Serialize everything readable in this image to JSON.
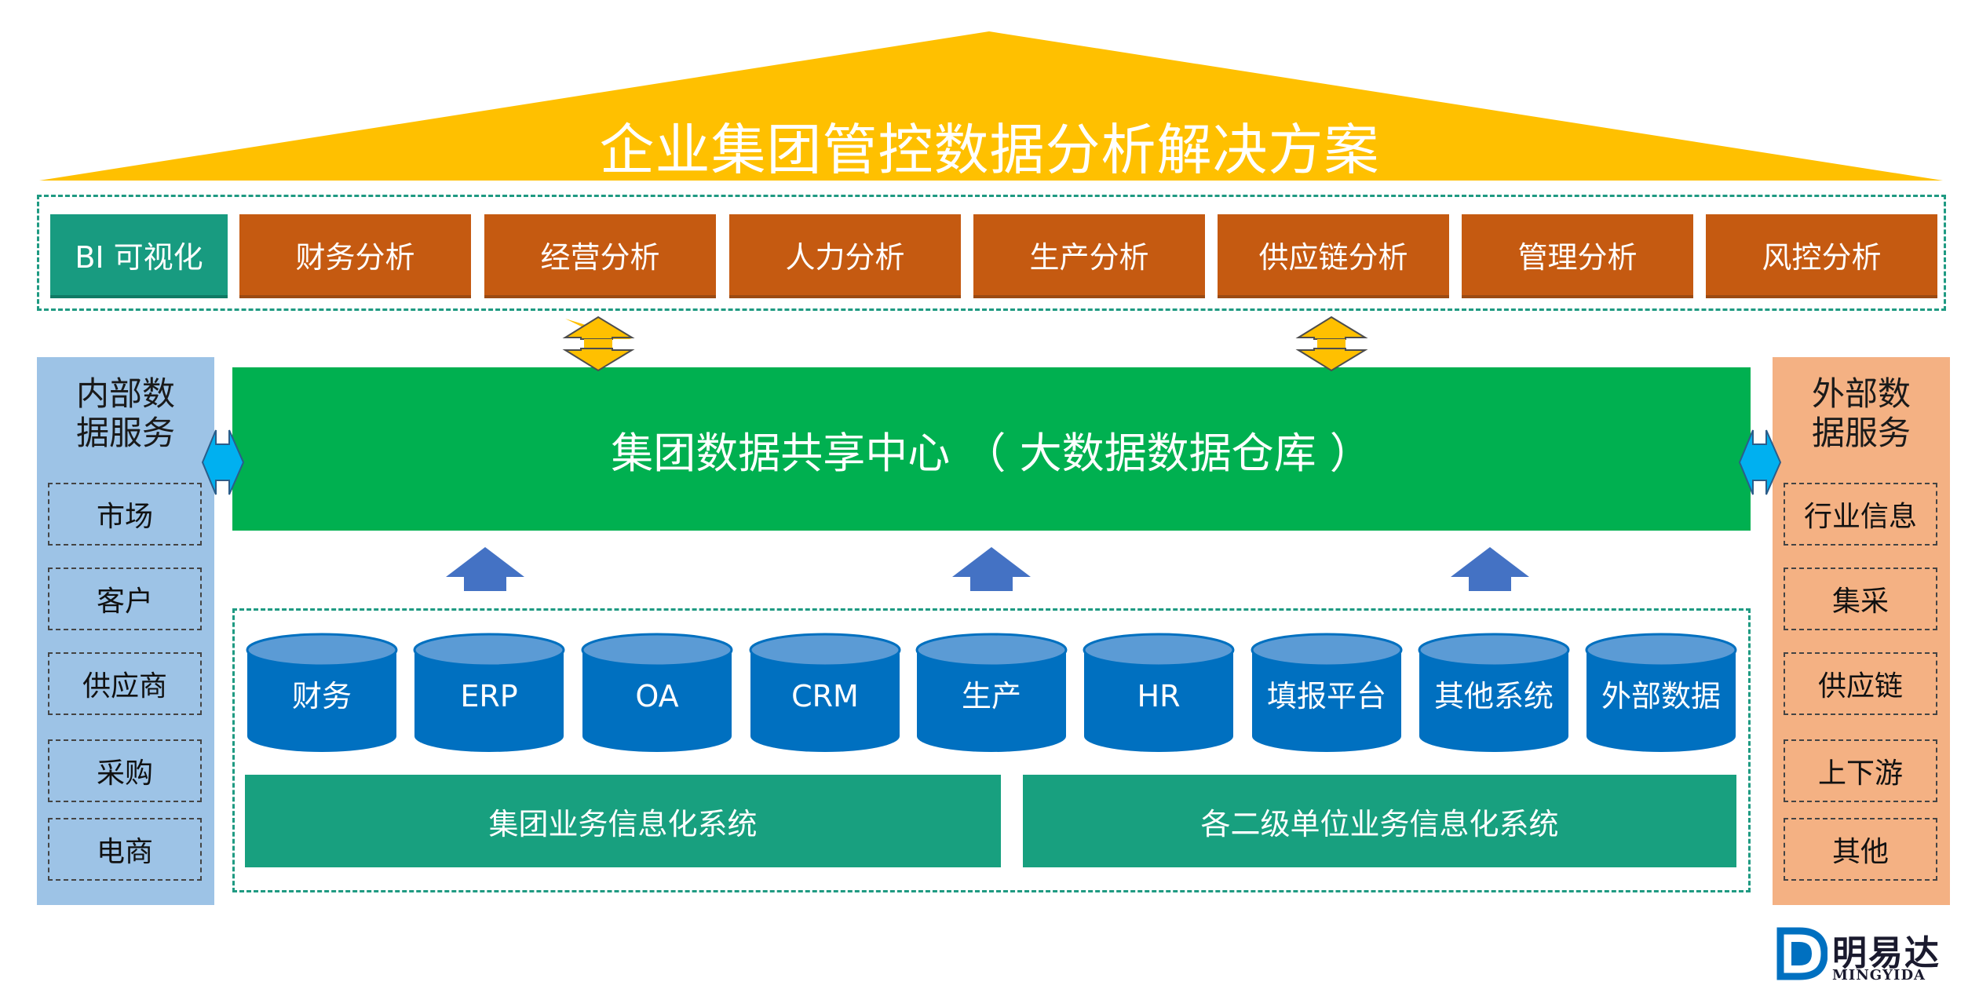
{
  "title": "企业集团管控数据分析解决方案",
  "analysis_tabs": [
    {
      "label": "BI 可视化",
      "color": "#189b80"
    },
    {
      "label": "财务分析",
      "color": "#c55a11"
    },
    {
      "label": "经营分析",
      "color": "#c55a11"
    },
    {
      "label": "人力分析",
      "color": "#c55a11"
    },
    {
      "label": "生产分析",
      "color": "#c55a11"
    },
    {
      "label": "供应链分析",
      "color": "#c55a11"
    },
    {
      "label": "管理分析",
      "color": "#c55a11"
    },
    {
      "label": "风控分析",
      "color": "#c55a11"
    }
  ],
  "hub": {
    "label": "集团数据共享中心 （ 大数据数据仓库 ）"
  },
  "internal": {
    "title_line1": "内部数",
    "title_line2": "据服务",
    "items": [
      "市场",
      "客户",
      "供应商",
      "采购",
      "电商"
    ]
  },
  "external": {
    "title_line1": "外部数",
    "title_line2": "据服务",
    "items": [
      "行业信息",
      "集采",
      "供应链",
      "上下游",
      "其他"
    ]
  },
  "databases": [
    "财务",
    "ERP",
    "OA",
    "CRM",
    "生产",
    "HR",
    "填报平台",
    "其他系统",
    "外部数据"
  ],
  "systems": {
    "group": "集团业务信息化系统",
    "sub": "各二级单位业务信息化系统"
  },
  "logo": {
    "name": "明易达",
    "sub": "MINGYIDA"
  },
  "colors": {
    "roof": "#ffc000",
    "hub": "#00b050",
    "analysis": "#c55a11",
    "bi": "#189b80",
    "database": "#0070c0",
    "database_top": "#5b9bd5",
    "system": "#18a07f",
    "internal": "#9dc3e6",
    "external": "#f4b183"
  }
}
